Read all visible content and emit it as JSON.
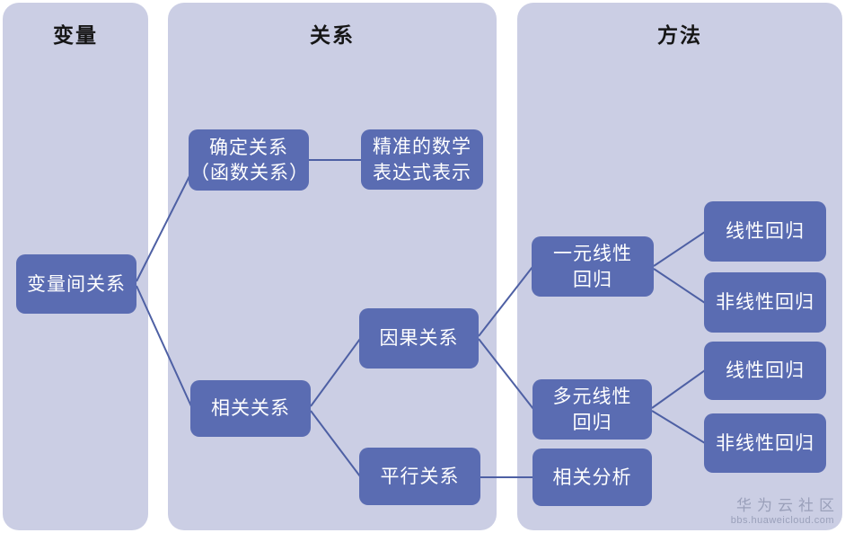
{
  "columns": [
    {
      "id": "variables",
      "label": "变量"
    },
    {
      "id": "relations",
      "label": "关系"
    },
    {
      "id": "methods",
      "label": "方法"
    }
  ],
  "nodes": {
    "var_relation": {
      "label": "变量间关系"
    },
    "definite": {
      "label": "确定关系\n（函数关系）"
    },
    "precise": {
      "label": "精准的数学\n表达式表示"
    },
    "correlation": {
      "label": "相关关系"
    },
    "causal": {
      "label": "因果关系"
    },
    "parallel": {
      "label": "平行关系"
    },
    "simple_linear": {
      "label": "一元线性\n回归"
    },
    "multi_linear": {
      "label": "多元线性\n回归"
    },
    "corr_analysis": {
      "label": "相关分析"
    },
    "linear_top": {
      "label": "线性回归"
    },
    "nonlinear_top": {
      "label": "非线性回归"
    },
    "linear_bottom": {
      "label": "线性回归"
    },
    "nonlinear_bottom": {
      "label": "非线性回归"
    }
  },
  "edges": [
    {
      "from": "var_relation",
      "to": "definite"
    },
    {
      "from": "var_relation",
      "to": "correlation"
    },
    {
      "from": "definite",
      "to": "precise"
    },
    {
      "from": "correlation",
      "to": "causal"
    },
    {
      "from": "correlation",
      "to": "parallel"
    },
    {
      "from": "causal",
      "to": "simple_linear"
    },
    {
      "from": "causal",
      "to": "multi_linear"
    },
    {
      "from": "parallel",
      "to": "corr_analysis"
    },
    {
      "from": "simple_linear",
      "to": "linear_top"
    },
    {
      "from": "simple_linear",
      "to": "nonlinear_top"
    },
    {
      "from": "multi_linear",
      "to": "linear_bottom"
    },
    {
      "from": "multi_linear",
      "to": "nonlinear_bottom"
    }
  ],
  "watermark": {
    "title": "华为云社区",
    "url": "bbs.huaweicloud.com"
  },
  "colors": {
    "column_bg": "#cbcee4",
    "node_bg": "#5a6cb2",
    "node_text": "#ffffff",
    "edge_line": "#4e60a4",
    "header_text": "#161616",
    "watermark_text": "#9aa0ba"
  }
}
